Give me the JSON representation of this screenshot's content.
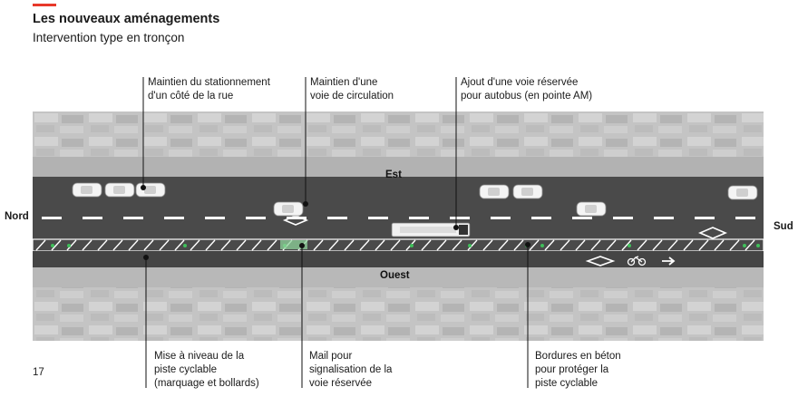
{
  "header": {
    "title": "Les nouveaux aménagements",
    "subtitle": "Intervention type en tronçon"
  },
  "colors": {
    "accent": "#e8382a",
    "road": "#4a4a4a",
    "sidewalk": "#b9b9b9",
    "marking": "#ffffff",
    "bollard": "#3fbf5a",
    "leader": "#111111"
  },
  "directions": {
    "north": "Nord",
    "south": "Sud"
  },
  "streets": {
    "east": "Est",
    "west": "Ouest"
  },
  "callouts_top": [
    {
      "lines": [
        "Maintien du stationnement",
        "d'un côté de la rue"
      ]
    },
    {
      "lines": [
        "Maintien d'une",
        "voie de circulation"
      ]
    },
    {
      "lines": [
        "Ajout d'une voie réservée",
        "pour autobus (en pointe AM)"
      ]
    }
  ],
  "callouts_bottom": [
    {
      "lines": [
        "Mise à niveau de la",
        "piste cyclable",
        "(marquage et bollards)"
      ]
    },
    {
      "lines": [
        "Mail pour",
        "signalisation de la",
        "voie réservée"
      ]
    },
    {
      "lines": [
        "Bordures en béton",
        "pour protéger la",
        "piste cyclable"
      ]
    }
  ],
  "page_number": "17"
}
